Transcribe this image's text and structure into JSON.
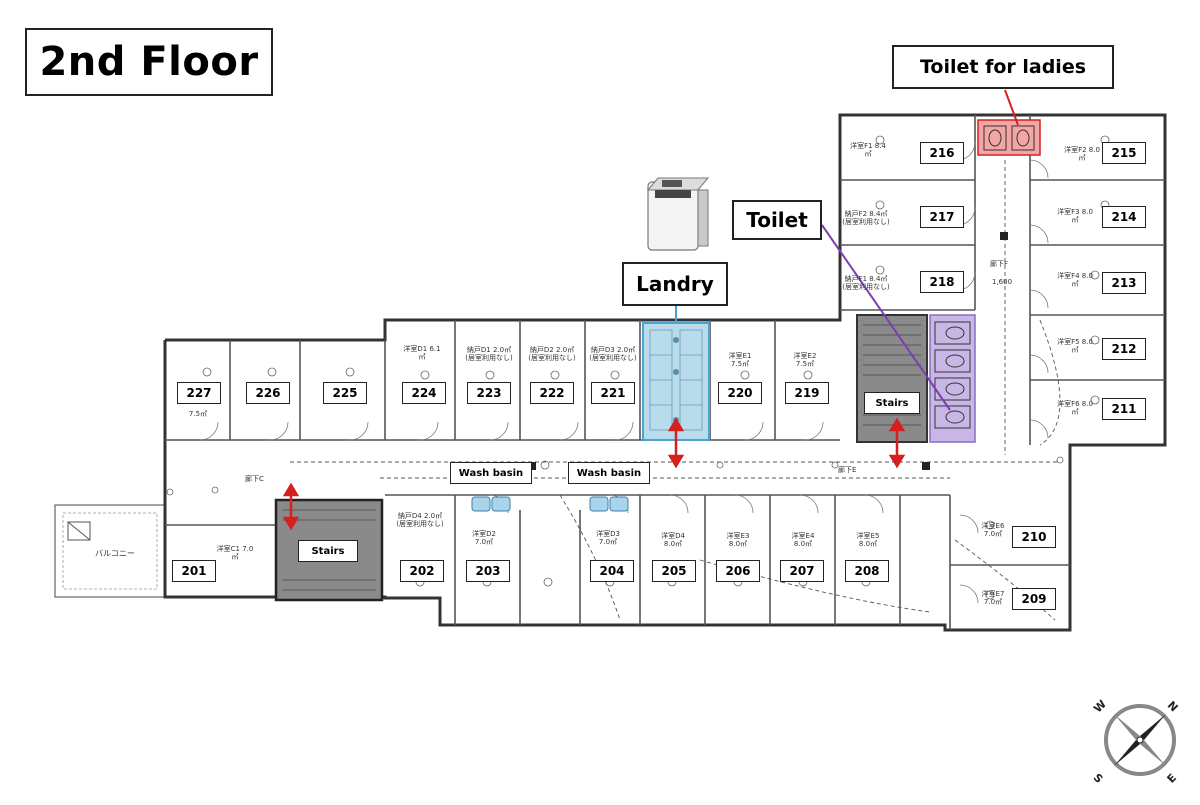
{
  "title": "2nd Floor",
  "callouts": {
    "toilet_ladies": "Toilet for ladies",
    "toilet": "Toilet",
    "laundry": "Landry",
    "wash_basin_1": "Wash basin",
    "wash_basin_2": "Wash basin",
    "stairs_west": "Stairs",
    "stairs_east": "Stairs"
  },
  "rooms": {
    "r201": "201",
    "r202": "202",
    "r203": "203",
    "r204": "204",
    "r205": "205",
    "r206": "206",
    "r207": "207",
    "r208": "208",
    "r209": "209",
    "r210": "210",
    "r211": "211",
    "r212": "212",
    "r213": "213",
    "r214": "214",
    "r215": "215",
    "r216": "216",
    "r217": "217",
    "r218": "218",
    "r219": "219",
    "r220": "220",
    "r221": "221",
    "r222": "222",
    "r223": "223",
    "r224": "224",
    "r225": "225",
    "r226": "226",
    "r227": "227"
  },
  "plan_notes": {
    "balcony": "バルコニー",
    "corridor_c": "廊下C",
    "corridor_e": "廊下E",
    "corridor_f": "廊下F",
    "dim_1600": "1,600",
    "r227": "7.5㎡",
    "r201": "洋室C1 7.0㎡",
    "r216": "洋室F1 8.4㎡",
    "r217": "納戸F2 8.4㎡ (居室利用なし)",
    "r218": "納戸F1 8.4㎡ (居室利用なし)",
    "r215": "洋室F2 8.0㎡",
    "r214": "洋室F3 8.0㎡",
    "r213": "洋室F4 8.0㎡",
    "r212": "洋室F5 8.0㎡",
    "r211": "洋室F6 8.0㎡",
    "r224": "洋室D1 6.1㎡",
    "r223": "納戸D1 2.0㎡ (居室利用なし)",
    "r222": "納戸D2 2.0㎡ (居室利用なし)",
    "r221": "納戸D3 2.0㎡ (居室利用なし)",
    "r220": "洋室E1 7.5㎡",
    "r219": "洋室E2 7.5㎡",
    "r202": "納戸D4 2.0㎡ (居室利用なし)",
    "r203": "洋室D2 7.0㎡",
    "r204": "洋室D3 7.0㎡",
    "r205": "洋室D4 8.0㎡",
    "r206": "洋室E3 8.0㎡",
    "r207": "洋室E4 8.0㎡",
    "r208": "洋室E5 8.0㎡",
    "r210": "洋室E6 7.0㎡",
    "r209": "洋室E7 7.0㎡"
  },
  "compass": {
    "n": "N",
    "e": "E",
    "s": "S",
    "w": "W"
  },
  "colors": {
    "laundry": "#b9dcec",
    "laundry_border": "#4aa3d4",
    "toilet_purple": "#c8b6e6",
    "toilet_line": "#7a3fb0",
    "ladies_red": "#f4a6a6",
    "ladies_line": "#d62020",
    "stairs_fill": "#8a8a8a",
    "arrow_red": "#d62020"
  },
  "icons": [
    "washing-machine-icon",
    "compass-rose-icon",
    "double-arrow-icon",
    "toilet-icon",
    "wash-basin-icon"
  ]
}
